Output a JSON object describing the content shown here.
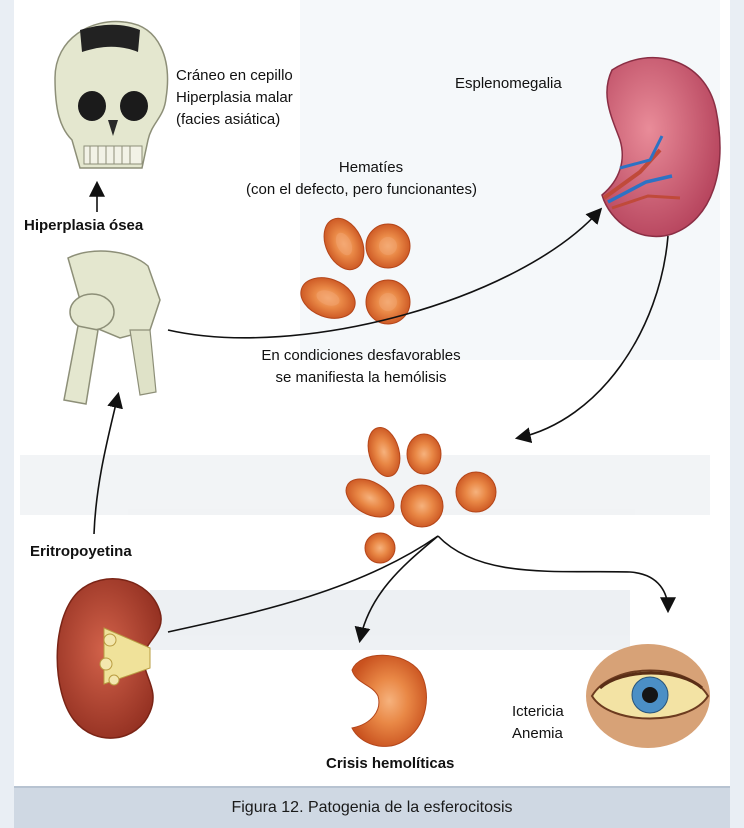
{
  "figure": {
    "caption": "Figura 12. Patogenia de la esferocitosis"
  },
  "labels": {
    "skull_line1": "Cráneo en cepillo",
    "skull_line2": "Hiperplasia malar",
    "skull_line3": "(facies asiática)",
    "bone_hyperplasia": "Hiperplasia ósea",
    "splenomegaly": "Esplenomegalia",
    "rbc_line1": "Hematíes",
    "rbc_line2": "(con el defecto, pero funcionantes)",
    "hemolysis_line1": "En condiciones desfavorables",
    "hemolysis_line2": "se manifiesta la hemólisis",
    "erythropoietin": "Eritropoyetina",
    "hemolytic_crisis": "Crisis hemolíticas",
    "eye_line1": "Ictericia",
    "eye_line2": "Anemia"
  },
  "colors": {
    "rbc": "#d9622a",
    "spleen": "#c8566d",
    "kidney": "#b6432e",
    "bone": "#e4e7cf",
    "panel": "#ffffff"
  },
  "icons": [
    "skull-illustration",
    "pelvis-femur-illustration",
    "spleen-illustration",
    "kidney-illustration",
    "eye-illustration"
  ]
}
